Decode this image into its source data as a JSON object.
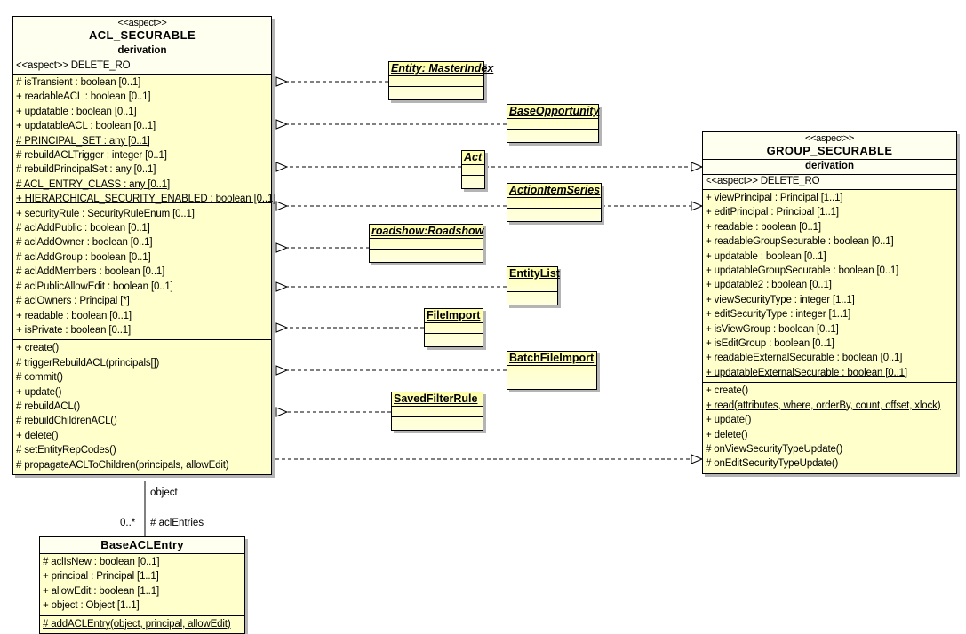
{
  "diagram": {
    "type": "uml-class-diagram",
    "background": "#ffffff",
    "colors": {
      "box_fill": "#ffffcc",
      "header_fill": "#fffff0",
      "small_box_fill": "#ffffa8",
      "border": "#000000",
      "shadow": "#b4b4b4"
    }
  },
  "classes": {
    "acl_securable": {
      "stereotype": "<<aspect>>",
      "name": "ACL_SECURABLE",
      "derivation_label": "derivation",
      "derivation_value": "<<aspect>> DELETE_RO",
      "attributes": [
        {
          "text": "# isTransient : boolean [0..1]",
          "static": false
        },
        {
          "text": "+ readableACL : boolean [0..1]",
          "static": false
        },
        {
          "text": "+ updatable : boolean [0..1]",
          "static": false
        },
        {
          "text": "+ updatableACL : boolean [0..1]",
          "static": false
        },
        {
          "text": "# PRINCIPAL_SET : any [0..1]",
          "static": true
        },
        {
          "text": "# rebuildACLTrigger : integer [0..1]",
          "static": false
        },
        {
          "text": "# rebuildPrincipalSet : any [0..1]",
          "static": false
        },
        {
          "text": "# ACL_ENTRY_CLASS : any [0..1]",
          "static": true
        },
        {
          "text": "+ HIERARCHICAL_SECURITY_ENABLED : boolean [0..1]",
          "static": true
        },
        {
          "text": "+ securityRule : SecurityRuleEnum [0..1]",
          "static": false
        },
        {
          "text": "# aclAddPublic : boolean [0..1]",
          "static": false
        },
        {
          "text": "# aclAddOwner : boolean [0..1]",
          "static": false
        },
        {
          "text": "# aclAddGroup : boolean [0..1]",
          "static": false
        },
        {
          "text": "# aclAddMembers : boolean [0..1]",
          "static": false
        },
        {
          "text": "# aclPublicAllowEdit : boolean [0..1]",
          "static": false
        },
        {
          "text": "# aclOwners : Principal [*]",
          "static": false
        },
        {
          "text": "+ readable : boolean [0..1]",
          "static": false
        },
        {
          "text": "+ isPrivate : boolean [0..1]",
          "static": false
        }
      ],
      "operations": [
        {
          "text": "+ create()",
          "static": false
        },
        {
          "text": "# triggerRebuildACL(principals[])",
          "static": false
        },
        {
          "text": "# commit()",
          "static": false
        },
        {
          "text": "+ update()",
          "static": false
        },
        {
          "text": "# rebuildACL()",
          "static": false
        },
        {
          "text": "# rebuildChildrenACL()",
          "static": false
        },
        {
          "text": "+ delete()",
          "static": false
        },
        {
          "text": "# setEntityRepCodes()",
          "static": false
        },
        {
          "text": "# propagateACLToChildren(principals, allowEdit)",
          "static": false
        }
      ]
    },
    "group_securable": {
      "stereotype": "<<aspect>>",
      "name": "GROUP_SECURABLE",
      "derivation_label": "derivation",
      "derivation_value": "<<aspect>> DELETE_RO",
      "attributes": [
        {
          "text": "+ viewPrincipal : Principal [1..1]",
          "static": false
        },
        {
          "text": "+ editPrincipal : Principal [1..1]",
          "static": false
        },
        {
          "text": "+ readable : boolean [0..1]",
          "static": false
        },
        {
          "text": "+ readableGroupSecurable : boolean [0..1]",
          "static": false
        },
        {
          "text": "+ updatable : boolean [0..1]",
          "static": false
        },
        {
          "text": "+ updatableGroupSecurable : boolean [0..1]",
          "static": false
        },
        {
          "text": "+ updatable2 : boolean [0..1]",
          "static": false
        },
        {
          "text": "+ viewSecurityType : integer [1..1]",
          "static": false
        },
        {
          "text": "+ editSecurityType : integer [1..1]",
          "static": false
        },
        {
          "text": "+ isViewGroup : boolean [0..1]",
          "static": false
        },
        {
          "text": "+ isEditGroup : boolean [0..1]",
          "static": false
        },
        {
          "text": "+ readableExternalSecurable : boolean [0..1]",
          "static": false
        },
        {
          "text": "+ updatableExternalSecurable : boolean [0..1]",
          "static": true
        }
      ],
      "operations": [
        {
          "text": "+ create()",
          "static": false
        },
        {
          "text": "+ read(attributes, where, orderBy, count, offset, xlock)",
          "static": true
        },
        {
          "text": "+ update()",
          "static": false
        },
        {
          "text": "+ delete()",
          "static": false
        },
        {
          "text": "# onViewSecurityTypeUpdate()",
          "static": false
        },
        {
          "text": "# onEditSecurityTypeUpdate()",
          "static": false
        }
      ]
    },
    "base_acl_entry": {
      "name": "BaseACLEntry",
      "attributes": [
        {
          "text": "# aclIsNew : boolean [0..1]",
          "static": false
        },
        {
          "text": "+ principal : Principal [1..1]",
          "static": false
        },
        {
          "text": "+ allowEdit : boolean [1..1]",
          "static": false
        },
        {
          "text": "+ object : Object [1..1]",
          "static": false
        }
      ],
      "operations": [
        {
          "text": "# addACLEntry(object, principal, allowEdit)",
          "static": true
        }
      ]
    }
  },
  "realizing_classes": [
    {
      "id": "entity-masterindex",
      "name": "Entity: MasterIndex",
      "italic": true
    },
    {
      "id": "baseopportunity",
      "name": "BaseOpportunity",
      "italic": true
    },
    {
      "id": "act",
      "name": "Act",
      "italic": true
    },
    {
      "id": "actionitemseries",
      "name": "ActionItemSeries",
      "italic": true
    },
    {
      "id": "roadshow",
      "name": "roadshow:Roadshow",
      "italic": true
    },
    {
      "id": "entitylist",
      "name": "EntityList",
      "italic": false
    },
    {
      "id": "fileimport",
      "name": "FileImport",
      "italic": false
    },
    {
      "id": "batchfileimport",
      "name": "BatchFileImport",
      "italic": false
    },
    {
      "id": "savedfilterrule",
      "name": "SavedFilterRule",
      "italic": false
    }
  ],
  "association": {
    "role_end_label": "object",
    "multiplicity": "0..*",
    "role_label": "# aclEntries"
  }
}
